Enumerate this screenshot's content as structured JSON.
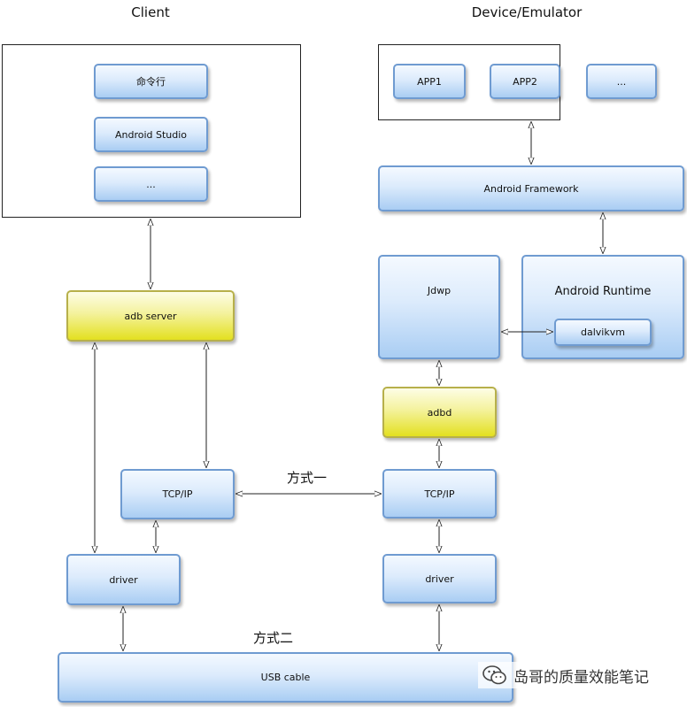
{
  "client": {
    "title": "Client",
    "items": [
      "命令行",
      "Android Studio",
      "..."
    ],
    "adb_server": "adb server",
    "tcpip": "TCP/IP",
    "driver": "driver"
  },
  "device": {
    "title": "Device/Emulator",
    "apps": [
      "APP1",
      "APP2",
      "..."
    ],
    "framework": "Android Framework",
    "jdwp": "Jdwp",
    "runtime": "Android Runtime",
    "dalvikvm": "dalvikvm",
    "adbd": "adbd",
    "tcpip": "TCP/IP",
    "driver": "driver"
  },
  "usb": "USB cable",
  "method_one": "方式一",
  "method_two": "方式二",
  "watermark": {
    "text": "岛哥的质量效能笔记",
    "icon": "wechat-icon"
  },
  "colors": {
    "blue_border": "#6f9bd1",
    "blue_fill": "#a9cdf3",
    "yellow_fill": "#e3e020"
  }
}
